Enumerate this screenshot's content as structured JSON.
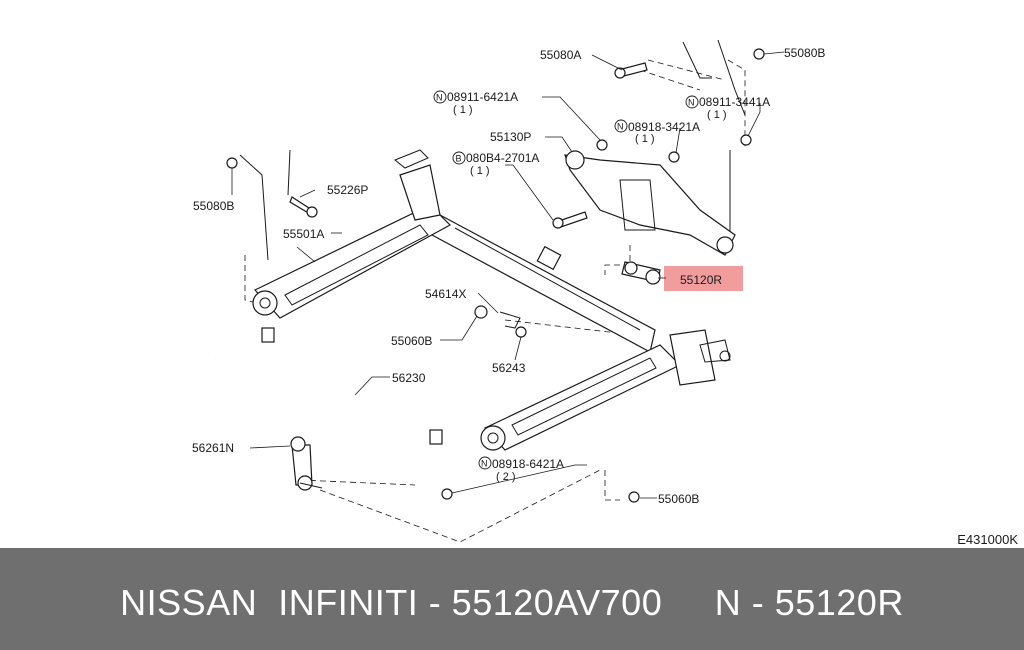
{
  "diagram": {
    "highlighted_part": "55120R",
    "highlight_color": "#f08c8c",
    "labels": {
      "p55080A": "55080A",
      "p55080B_top": "55080B",
      "p08911_6421A": "08911-6421A",
      "p08911_6421A_qty": "( 1 )",
      "p08911_3441A": "08911-3441A",
      "p08911_3441A_qty": "( 1 )",
      "p08918_3421A": "08918-3421A",
      "p08918_3421A_qty": "( 1 )",
      "p55130P": "55130P",
      "p080B4_2701A": "080B4-2701A",
      "p080B4_2701A_qty": "( 1 )",
      "p55080B_left": "55080B",
      "p55226P": "55226P",
      "p55501A": "55501A",
      "p55120R": "55120R",
      "p54614X": "54614X",
      "p55060B_mid": "55060B",
      "p56243": "56243",
      "p56230": "56230",
      "p56261N": "56261N",
      "p08918_6421A": "08918-6421A",
      "p08918_6421A_qty": "( 2 )",
      "p55060B_bottom": "55060B",
      "prefix_N": "N",
      "prefix_B": "B"
    },
    "diagram_code": "E431000K"
  },
  "footer": {
    "caption": "NISSAN  INFINITI - 55120AV700     N - 55120R",
    "background": "#6f6f6f"
  }
}
